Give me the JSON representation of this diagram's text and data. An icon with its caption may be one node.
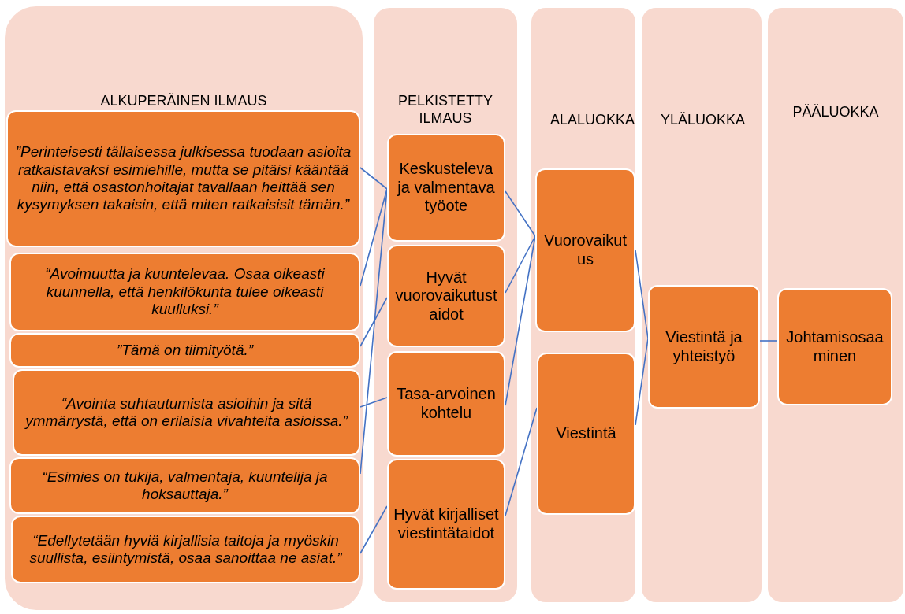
{
  "diagram": {
    "nodes": [
      {
        "text": [
          "ALKUPERÄINEN ILMAUS"
        ]
      },
      {
        "text": [
          "PELKISTETTY ILMAUS"
        ]
      },
      {
        "text": [
          "ALALUOKKA"
        ]
      },
      {
        "text": [
          "YLÄLUOKKA"
        ]
      },
      {
        "text": [
          "PÄÄLUOKKA"
        ]
      },
      {
        "text": [
          "”Perinteisesti tällaisessa julkisessa tuodaan asioita ratkaistavaksi esimiehille, mutta se pitäisi kääntää niin, että osastonhoitajat tavallaan heittää sen kysymyksen takaisin, että miten ratkaisisit tämän.”"
        ],
        "in": 0
      },
      {
        "text": [
          "“Avoimuutta ja kuuntelevaa. Osaa oikeasti kuunnella, että henkilökunta tulee oikeasti kuulluksi.”"
        ],
        "in": 0
      },
      {
        "text": [
          "”Tämä on tiimityötä.”"
        ],
        "in": 0
      },
      {
        "text": [
          "“Avointa suhtautumista asioihin ja sitä ymmärrystä, että on erilaisia vivahteita asioissa.”"
        ],
        "in": 0
      },
      {
        "text": [
          "“Esimies on tukija, valmentaja, kuuntelija ja hoksauttaja.”"
        ],
        "in": 0
      },
      {
        "text": [
          "“Edellytetään hyviä kirjallisia taitoja ja myöskin suullista, esiintymistä, osaa sanoittaa ne asiat.”"
        ],
        "in": 0
      },
      {
        "text": [
          "Keskusteleva ja valmentava työote"
        ],
        "in": 1
      },
      {
        "text": [
          "Hyvät vuorovaikutustaidot"
        ],
        "in": 1
      },
      {
        "text": [
          "Tasa-arvoinen kohtelu"
        ],
        "in": 1
      },
      {
        "text": [
          "Hyvät kirjalliset viestintätaidot"
        ],
        "in": 1
      },
      {
        "text": [
          "Vuorovaikutus"
        ],
        "in": 2
      },
      {
        "text": [
          "Viestintä"
        ],
        "in": 2
      },
      {
        "text": [
          "Viestintä ja yhteistyö"
        ],
        "in": 3
      },
      {
        "text": [
          "Johtamisosaaminen"
        ],
        "in": 4
      }
    ],
    "edges": [
      {
        "from": 5,
        "to": 11,
        "arrow": "none"
      },
      {
        "from": 6,
        "to": 11,
        "arrow": "none"
      },
      {
        "from": 9,
        "to": 11,
        "arrow": "none"
      },
      {
        "from": 7,
        "to": 12,
        "arrow": "none"
      },
      {
        "from": 8,
        "to": 13,
        "arrow": "none"
      },
      {
        "from": 10,
        "to": 14,
        "arrow": "none"
      },
      {
        "from": 11,
        "to": 15,
        "arrow": "none"
      },
      {
        "from": 12,
        "to": 15,
        "arrow": "none"
      },
      {
        "from": 13,
        "to": 15,
        "arrow": "none"
      },
      {
        "from": 14,
        "to": 16,
        "arrow": "none"
      },
      {
        "from": 15,
        "to": 17,
        "arrow": "none"
      },
      {
        "from": 16,
        "to": 17,
        "arrow": "none"
      },
      {
        "from": 17,
        "to": 18,
        "arrow": "none"
      }
    ]
  }
}
